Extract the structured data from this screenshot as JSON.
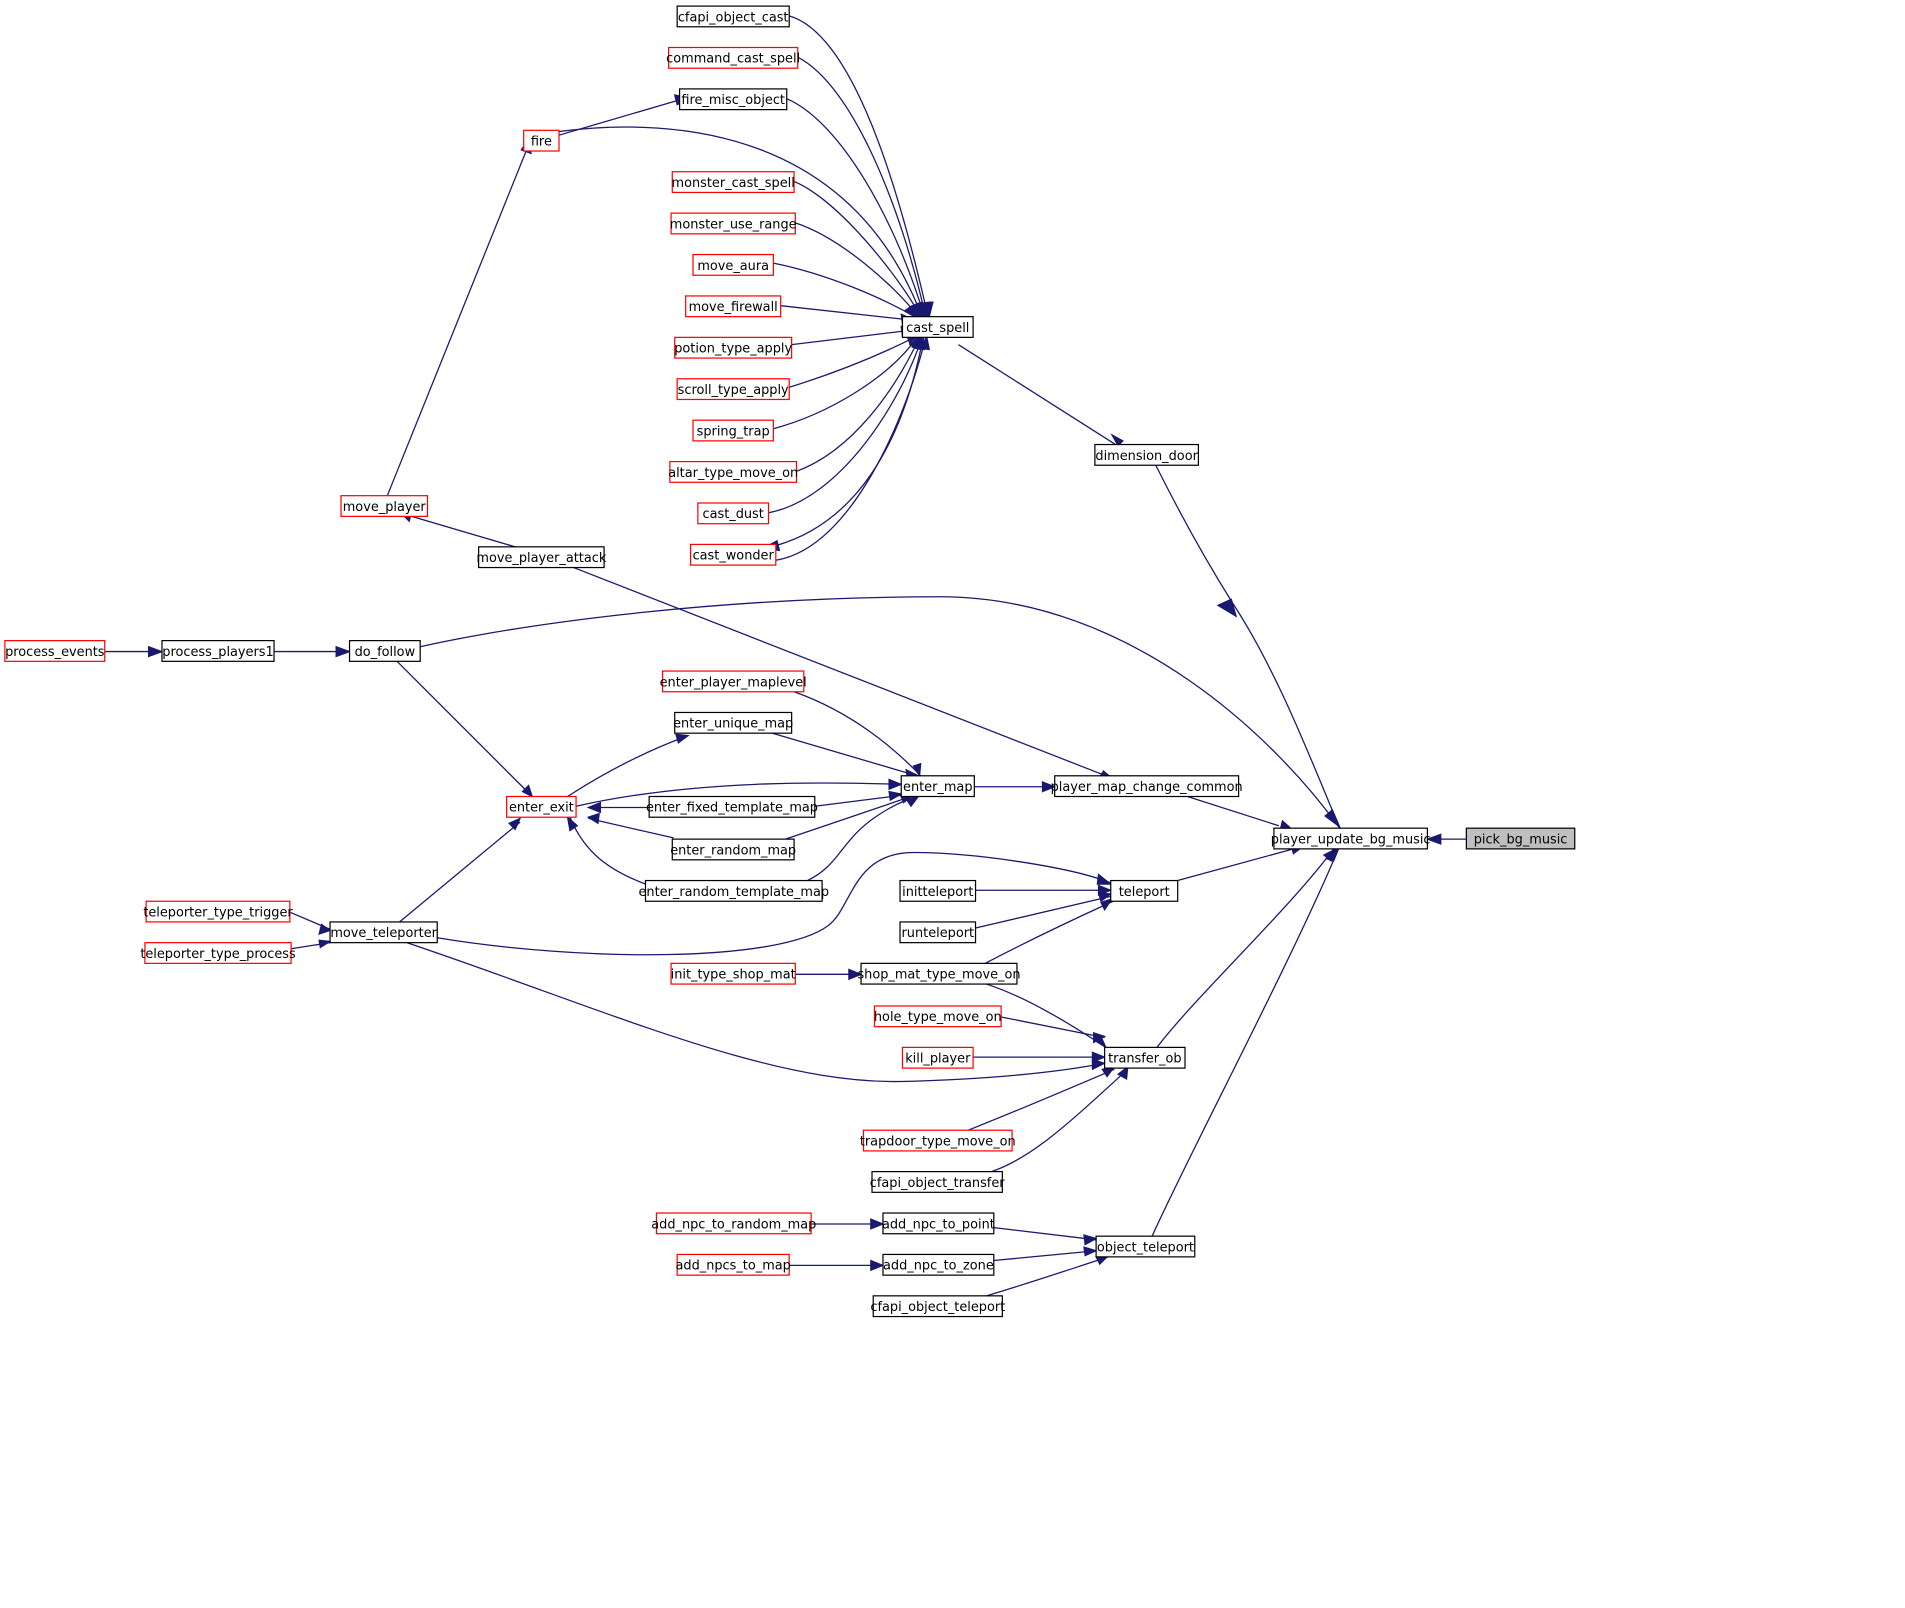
{
  "graph": {
    "edge_color": "#191970",
    "node_border_black": "#000000",
    "node_border_red": "#ff0000",
    "focus_fill": "#bfbfbf",
    "nodes": [
      {
        "id": "pick_bg_music",
        "label": "pick_bg_music",
        "style": "focus"
      },
      {
        "id": "player_update_bg_music",
        "label": "player_update_bg_music",
        "style": "black"
      },
      {
        "id": "dimension_door",
        "label": "dimension_door",
        "style": "black"
      },
      {
        "id": "do_follow",
        "label": "do_follow",
        "style": "black"
      },
      {
        "id": "player_map_change_common",
        "label": "player_map_change_common",
        "style": "black"
      },
      {
        "id": "teleport",
        "label": "teleport",
        "style": "black"
      },
      {
        "id": "transfer_ob",
        "label": "transfer_ob",
        "style": "black"
      },
      {
        "id": "object_teleport",
        "label": "object_teleport",
        "style": "black"
      },
      {
        "id": "cast_spell",
        "label": "cast_spell",
        "style": "black"
      },
      {
        "id": "cfapi_object_cast",
        "label": "cfapi_object_cast",
        "style": "black"
      },
      {
        "id": "command_cast_spell",
        "label": "command_cast_spell",
        "style": "red"
      },
      {
        "id": "fire_misc_object",
        "label": "fire_misc_object",
        "style": "black"
      },
      {
        "id": "fire",
        "label": "fire",
        "style": "red"
      },
      {
        "id": "monster_cast_spell",
        "label": "monster_cast_spell",
        "style": "red"
      },
      {
        "id": "monster_use_range",
        "label": "monster_use_range",
        "style": "red"
      },
      {
        "id": "move_aura",
        "label": "move_aura",
        "style": "red"
      },
      {
        "id": "move_firewall",
        "label": "move_firewall",
        "style": "red"
      },
      {
        "id": "potion_type_apply",
        "label": "potion_type_apply",
        "style": "red"
      },
      {
        "id": "scroll_type_apply",
        "label": "scroll_type_apply",
        "style": "red"
      },
      {
        "id": "spring_trap",
        "label": "spring_trap",
        "style": "red"
      },
      {
        "id": "altar_type_move_on",
        "label": "altar_type_move_on",
        "style": "red"
      },
      {
        "id": "cast_dust",
        "label": "cast_dust",
        "style": "red"
      },
      {
        "id": "cast_wonder",
        "label": "cast_wonder",
        "style": "red"
      },
      {
        "id": "move_player",
        "label": "move_player",
        "style": "red"
      },
      {
        "id": "move_player_attack",
        "label": "move_player_attack",
        "style": "black"
      },
      {
        "id": "process_events",
        "label": "process_events",
        "style": "red"
      },
      {
        "id": "process_players1",
        "label": "process_players1",
        "style": "black"
      },
      {
        "id": "enter_player_maplevel",
        "label": "enter_player_maplevel",
        "style": "red"
      },
      {
        "id": "enter_unique_map",
        "label": "enter_unique_map",
        "style": "black"
      },
      {
        "id": "enter_map",
        "label": "enter_map",
        "style": "black"
      },
      {
        "id": "enter_exit",
        "label": "enter_exit",
        "style": "red"
      },
      {
        "id": "enter_fixed_template_map",
        "label": "enter_fixed_template_map",
        "style": "black"
      },
      {
        "id": "enter_random_map",
        "label": "enter_random_map",
        "style": "black"
      },
      {
        "id": "enter_random_template_map",
        "label": "enter_random_template_map",
        "style": "black"
      },
      {
        "id": "initteleport",
        "label": "initteleport",
        "style": "black"
      },
      {
        "id": "runteleport",
        "label": "runteleport",
        "style": "black"
      },
      {
        "id": "teleporter_type_trigger",
        "label": "teleporter_type_trigger",
        "style": "red"
      },
      {
        "id": "teleporter_type_process",
        "label": "teleporter_type_process",
        "style": "red"
      },
      {
        "id": "move_teleporter",
        "label": "move_teleporter",
        "style": "black"
      },
      {
        "id": "init_type_shop_mat",
        "label": "init_type_shop_mat",
        "style": "red"
      },
      {
        "id": "shop_mat_type_move_on",
        "label": "shop_mat_type_move_on",
        "style": "black"
      },
      {
        "id": "hole_type_move_on",
        "label": "hole_type_move_on",
        "style": "red"
      },
      {
        "id": "kill_player",
        "label": "kill_player",
        "style": "red"
      },
      {
        "id": "trapdoor_type_move_on",
        "label": "trapdoor_type_move_on",
        "style": "red"
      },
      {
        "id": "cfapi_object_transfer",
        "label": "cfapi_object_transfer",
        "style": "black"
      },
      {
        "id": "add_npc_to_random_map",
        "label": "add_npc_to_random_map",
        "style": "red"
      },
      {
        "id": "add_npc_to_point",
        "label": "add_npc_to_point",
        "style": "black"
      },
      {
        "id": "add_npcs_to_map",
        "label": "add_npcs_to_map",
        "style": "red"
      },
      {
        "id": "add_npc_to_zone",
        "label": "add_npc_to_zone",
        "style": "black"
      },
      {
        "id": "cfapi_object_teleport",
        "label": "cfapi_object_teleport",
        "style": "black"
      }
    ],
    "edges": [
      {
        "from": "pick_bg_music",
        "to": "player_update_bg_music"
      },
      {
        "from": "player_update_bg_music",
        "to": "dimension_door"
      },
      {
        "from": "player_update_bg_music",
        "to": "do_follow"
      },
      {
        "from": "player_update_bg_music",
        "to": "player_map_change_common"
      },
      {
        "from": "player_update_bg_music",
        "to": "teleport"
      },
      {
        "from": "player_update_bg_music",
        "to": "transfer_ob"
      },
      {
        "from": "player_update_bg_music",
        "to": "object_teleport"
      },
      {
        "from": "dimension_door",
        "to": "cast_spell"
      },
      {
        "from": "cast_spell",
        "to": "cfapi_object_cast"
      },
      {
        "from": "cast_spell",
        "to": "command_cast_spell"
      },
      {
        "from": "cast_spell",
        "to": "fire_misc_object"
      },
      {
        "from": "cast_spell",
        "to": "fire"
      },
      {
        "from": "cast_spell",
        "to": "monster_cast_spell"
      },
      {
        "from": "cast_spell",
        "to": "monster_use_range"
      },
      {
        "from": "cast_spell",
        "to": "move_aura"
      },
      {
        "from": "cast_spell",
        "to": "move_firewall"
      },
      {
        "from": "cast_spell",
        "to": "potion_type_apply"
      },
      {
        "from": "cast_spell",
        "to": "scroll_type_apply"
      },
      {
        "from": "cast_spell",
        "to": "spring_trap"
      },
      {
        "from": "cast_spell",
        "to": "altar_type_move_on"
      },
      {
        "from": "cast_spell",
        "to": "cast_dust"
      },
      {
        "from": "cast_spell",
        "to": "cast_wonder"
      },
      {
        "from": "cast_wonder",
        "to": "cast_spell"
      },
      {
        "from": "fire_misc_object",
        "to": "fire"
      },
      {
        "from": "fire",
        "to": "move_player"
      },
      {
        "from": "move_player_attack",
        "to": "move_player"
      },
      {
        "from": "player_map_change_common",
        "to": "move_player_attack"
      },
      {
        "from": "do_follow",
        "to": "process_players1"
      },
      {
        "from": "process_players1",
        "to": "process_events"
      },
      {
        "from": "do_follow",
        "to": "enter_exit"
      },
      {
        "from": "player_map_change_common",
        "to": "enter_map"
      },
      {
        "from": "enter_map",
        "to": "enter_player_maplevel"
      },
      {
        "from": "enter_map",
        "to": "enter_unique_map"
      },
      {
        "from": "enter_map",
        "to": "enter_exit"
      },
      {
        "from": "enter_map",
        "to": "enter_fixed_template_map"
      },
      {
        "from": "enter_map",
        "to": "enter_random_map"
      },
      {
        "from": "enter_map",
        "to": "enter_random_template_map"
      },
      {
        "from": "enter_unique_map",
        "to": "enter_exit"
      },
      {
        "from": "enter_fixed_template_map",
        "to": "enter_exit"
      },
      {
        "from": "enter_random_map",
        "to": "enter_exit"
      },
      {
        "from": "enter_random_template_map",
        "to": "enter_exit"
      },
      {
        "from": "enter_exit",
        "to": "move_teleporter"
      },
      {
        "from": "move_teleporter",
        "to": "teleporter_type_trigger"
      },
      {
        "from": "move_teleporter",
        "to": "teleporter_type_process"
      },
      {
        "from": "teleport",
        "to": "initteleport"
      },
      {
        "from": "teleport",
        "to": "runteleport"
      },
      {
        "from": "teleport",
        "to": "move_teleporter"
      },
      {
        "from": "teleport",
        "to": "shop_mat_type_move_on"
      },
      {
        "from": "shop_mat_type_move_on",
        "to": "init_type_shop_mat"
      },
      {
        "from": "transfer_ob",
        "to": "shop_mat_type_move_on"
      },
      {
        "from": "transfer_ob",
        "to": "hole_type_move_on"
      },
      {
        "from": "transfer_ob",
        "to": "kill_player"
      },
      {
        "from": "transfer_ob",
        "to": "move_teleporter"
      },
      {
        "from": "transfer_ob",
        "to": "trapdoor_type_move_on"
      },
      {
        "from": "transfer_ob",
        "to": "cfapi_object_transfer"
      },
      {
        "from": "object_teleport",
        "to": "add_npc_to_point"
      },
      {
        "from": "object_teleport",
        "to": "add_npc_to_zone"
      },
      {
        "from": "object_teleport",
        "to": "cfapi_object_teleport"
      },
      {
        "from": "add_npc_to_point",
        "to": "add_npc_to_random_map"
      },
      {
        "from": "add_npc_to_zone",
        "to": "add_npcs_to_map"
      }
    ]
  }
}
